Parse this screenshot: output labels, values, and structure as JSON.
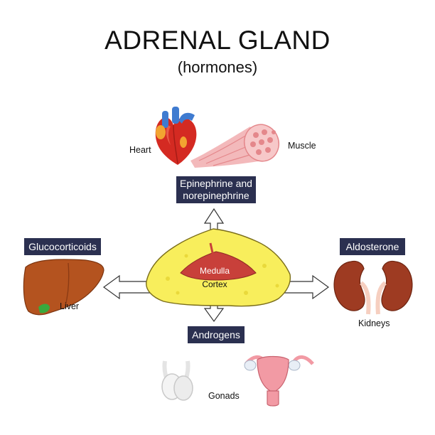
{
  "title": "ADRENAL GLAND",
  "subtitle": "(hormones)",
  "hormones": {
    "epinephrine_line1": "Epinephrine and",
    "epinephrine_line2": "norepinephrine",
    "glucocorticoids": "Glucocorticoids",
    "aldosterone": "Aldosterone",
    "androgens": "Androgens"
  },
  "gland": {
    "medulla": "Medulla",
    "cortex": "Cortex"
  },
  "targets": {
    "heart": "Heart",
    "muscle": "Muscle",
    "liver": "Liver",
    "kidneys": "Kidneys",
    "gonads": "Gonads"
  },
  "colors": {
    "box": "#2b3050",
    "cortex": "#f8ee5c",
    "medulla": "#c8403a",
    "liver": "#b4531f",
    "kidney": "#9e3b22",
    "heart": "#d42a22",
    "vessel": "#3f7bd0",
    "muscle": "#f3b9bb",
    "uterus": "#f29aa4"
  }
}
